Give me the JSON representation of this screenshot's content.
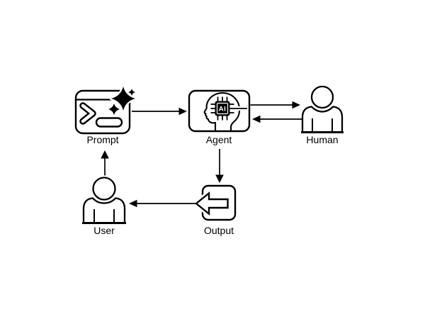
{
  "diagram": {
    "background_color": "#ffffff",
    "line_color": "#000000",
    "text_color": "#000000",
    "nodes": {
      "prompt": {
        "label": "Prompt",
        "icon": "terminal-sparkle-icon"
      },
      "agent": {
        "label": "Agent",
        "icon": "head-ai-chip-icon",
        "chip_text": "AI"
      },
      "human": {
        "label": "Human",
        "icon": "person-icon"
      },
      "output": {
        "label": "Output",
        "icon": "export-arrow-icon"
      },
      "user": {
        "label": "User",
        "icon": "person-icon"
      }
    },
    "edges": [
      {
        "from": "Prompt",
        "to": "Agent",
        "direction": "right"
      },
      {
        "from": "Agent",
        "to": "Human",
        "direction": "right"
      },
      {
        "from": "Human",
        "to": "Agent",
        "direction": "left"
      },
      {
        "from": "Agent",
        "to": "Output",
        "direction": "down"
      },
      {
        "from": "Output",
        "to": "User",
        "direction": "left"
      },
      {
        "from": "User",
        "to": "Prompt",
        "direction": "up"
      }
    ]
  }
}
